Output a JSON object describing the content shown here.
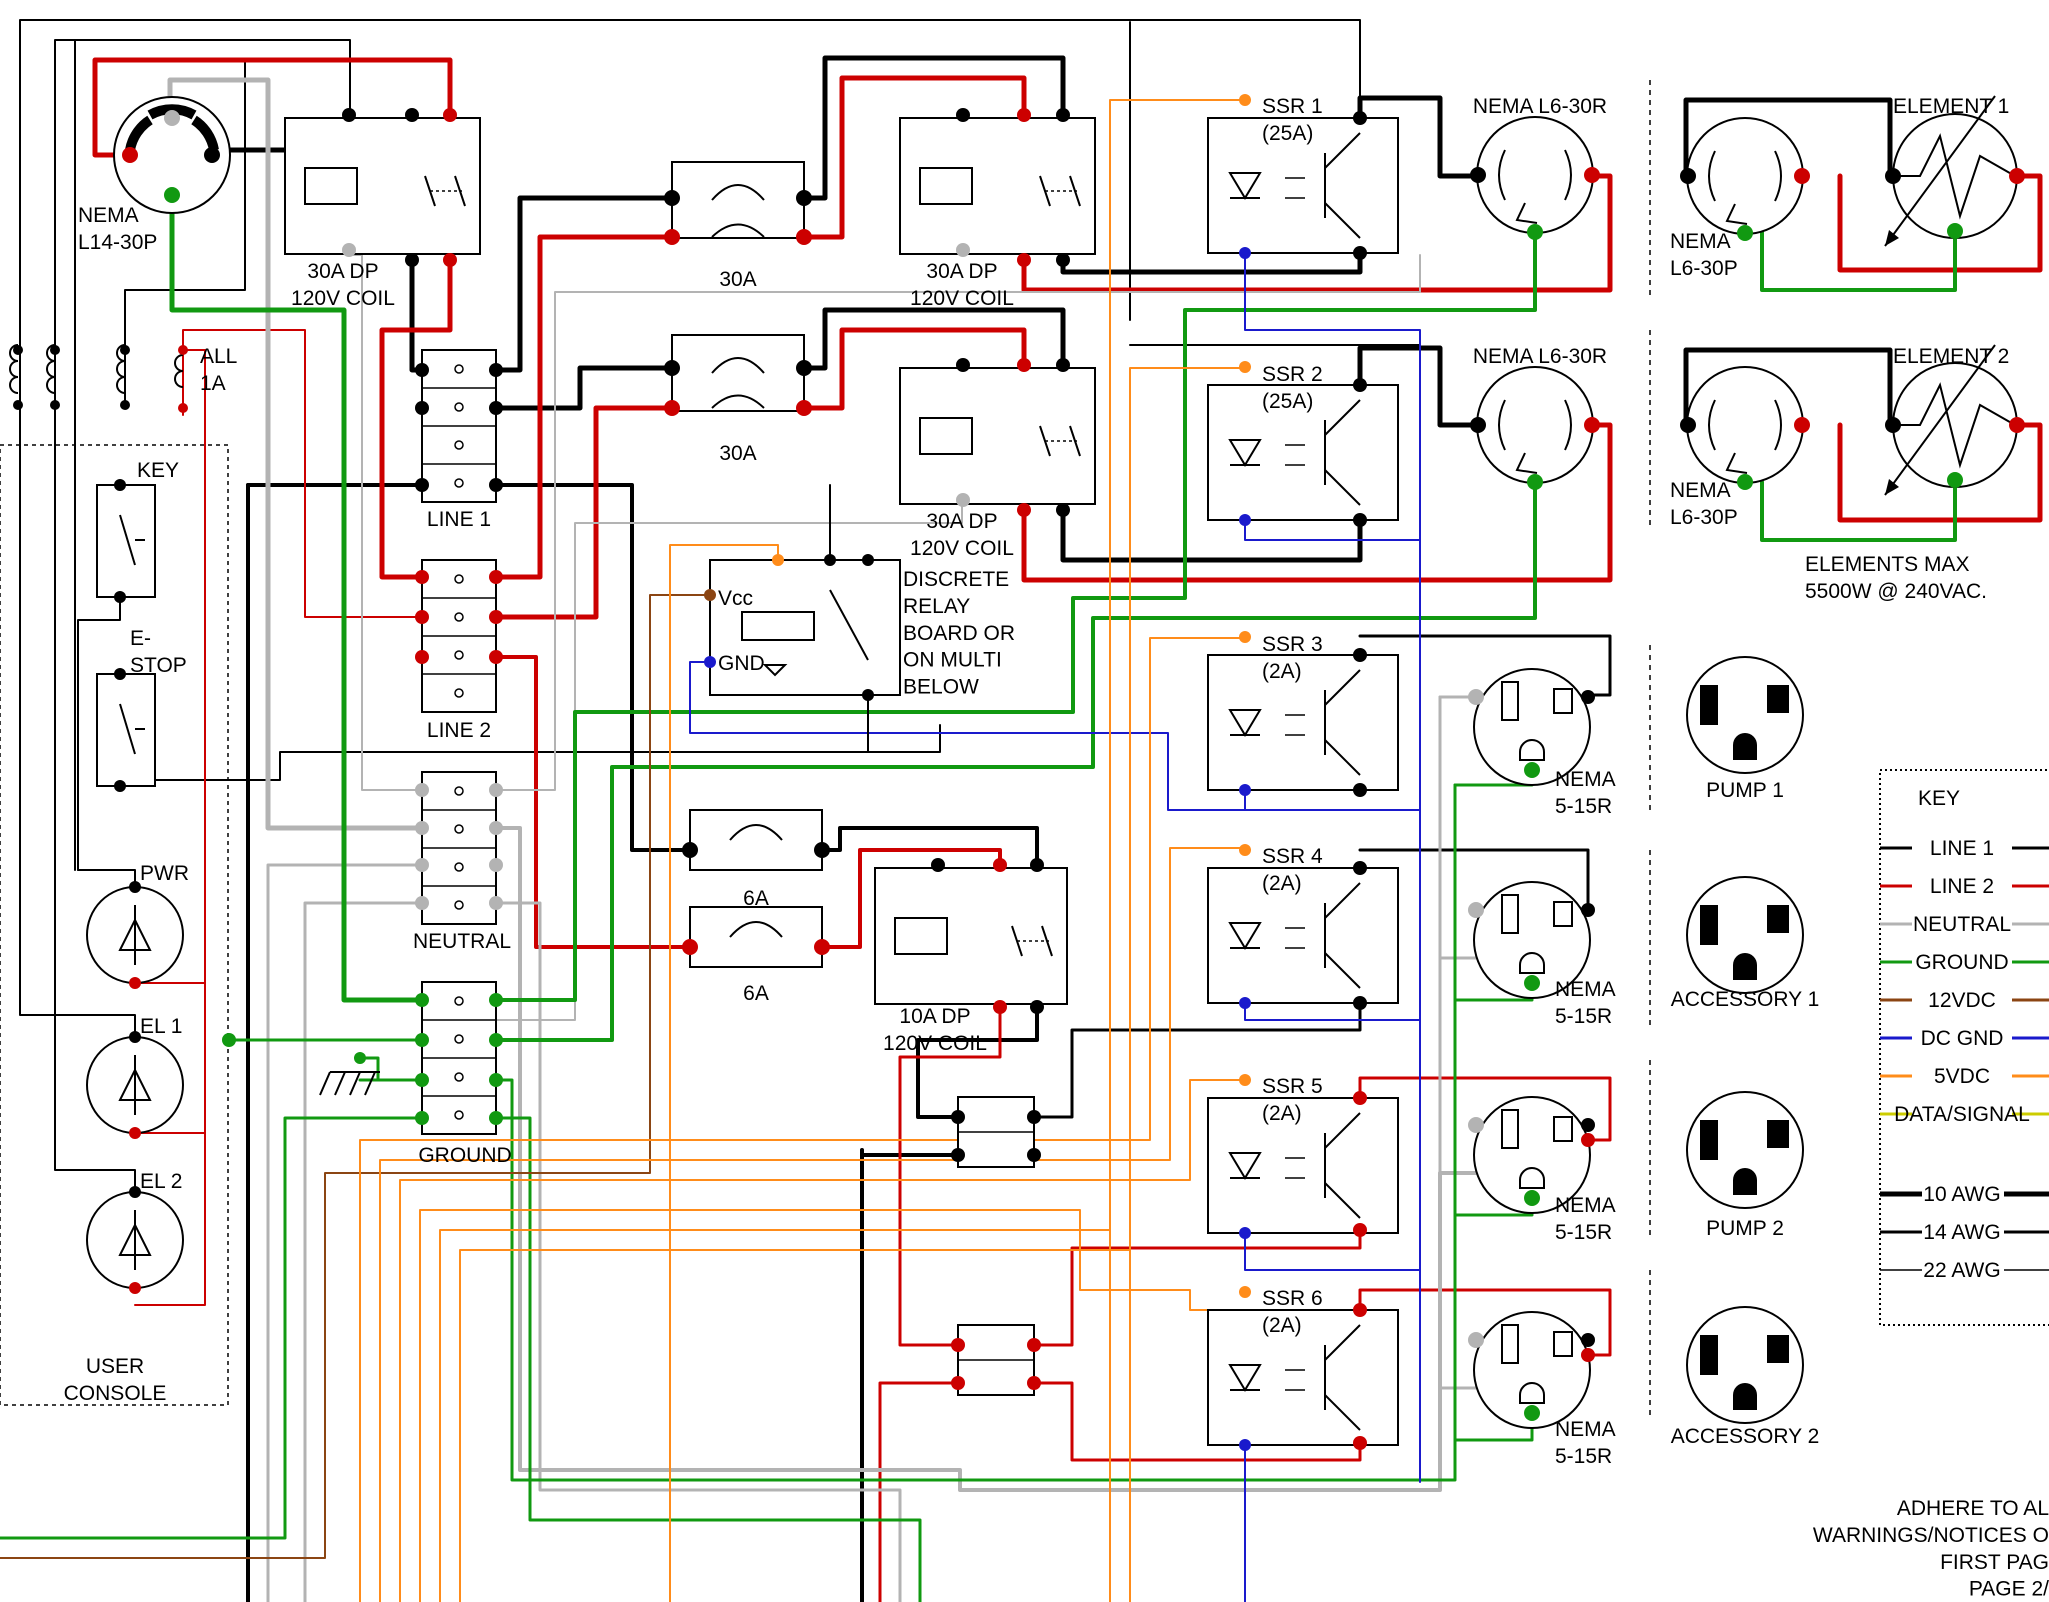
{
  "colors": {
    "line1": "#000000",
    "line2": "#cc0000",
    "neutral": "#b3b3b3",
    "ground": "#119911",
    "v12": "#8b4513",
    "dcgnd": "#1a1acc",
    "v5": "#ff8c1a",
    "data": "#cccc00"
  },
  "labels": {
    "inlet_plug": "NEMA\nL14-30P",
    "fuse_all": "ALL\n1A",
    "key_switch": "KEY",
    "estop": "E-\nSTOP",
    "pwr": "PWR",
    "el1": "EL 1",
    "el2": "EL 2",
    "user_console": "USER\nCONSOLE",
    "relay_main": "30A DP\n120V COIL",
    "relay_el1": "30A DP\n120V COIL",
    "relay_el2": "30A DP\n120V COIL",
    "relay_aux": "10A DP\n120V COIL",
    "breaker_a": "30A",
    "breaker_b": "30A",
    "breaker_c": "6A",
    "breaker_d": "6A",
    "bus_line1": "LINE 1",
    "bus_line2": "LINE 2",
    "bus_neutral": "NEUTRAL",
    "bus_ground": "GROUND",
    "vcc": "Vcc",
    "gnd": "GND",
    "discrete_note": "DISCRETE\nRELAY\nBOARD OR\nON MULTI\nBELOW",
    "ssr1": "SSR 1\n(25A)",
    "ssr2": "SSR 2\n(25A)",
    "ssr3": "SSR 3\n(2A)",
    "ssr4": "SSR 4\n(2A)",
    "ssr5": "SSR 5\n(2A)",
    "ssr6": "SSR 6\n(2A)",
    "rec_l6_1": "NEMA L6-30R",
    "rec_l6_2": "NEMA L6-30R",
    "rec_515_1": "NEMA\n5-15R",
    "rec_515_2": "NEMA\n5-15R",
    "rec_515_3": "NEMA\n5-15R",
    "rec_515_4": "NEMA\n5-15R",
    "element1": "ELEMENT 1",
    "element2": "ELEMENT 2",
    "el1_plug": "NEMA\nL6-30P",
    "el2_plug": "NEMA\nL6-30P",
    "elements_max": "ELEMENTS MAX\n5500W @ 240VAC.",
    "pump1": "PUMP 1",
    "accessory1": "ACCESSORY 1",
    "pump2": "PUMP 2",
    "accessory2": "ACCESSORY 2",
    "notice": "ADHERE TO AL\nWARNINGS/NOTICES O\nFIRST PAG\nPAGE 2/"
  },
  "legend": {
    "title": "KEY",
    "entries": [
      {
        "label": "LINE 1",
        "color": "#000000"
      },
      {
        "label": "LINE 2",
        "color": "#cc0000"
      },
      {
        "label": "NEUTRAL",
        "color": "#b3b3b3"
      },
      {
        "label": "GROUND",
        "color": "#119911"
      },
      {
        "label": "12VDC",
        "color": "#8b4513"
      },
      {
        "label": "DC GND",
        "color": "#1a1acc"
      },
      {
        "label": "5VDC",
        "color": "#ff8c1a"
      },
      {
        "label": "DATA/SIGNAL",
        "color": "#cccc00"
      }
    ],
    "gauges": [
      "10 AWG",
      "14 AWG",
      "22 AWG"
    ]
  }
}
